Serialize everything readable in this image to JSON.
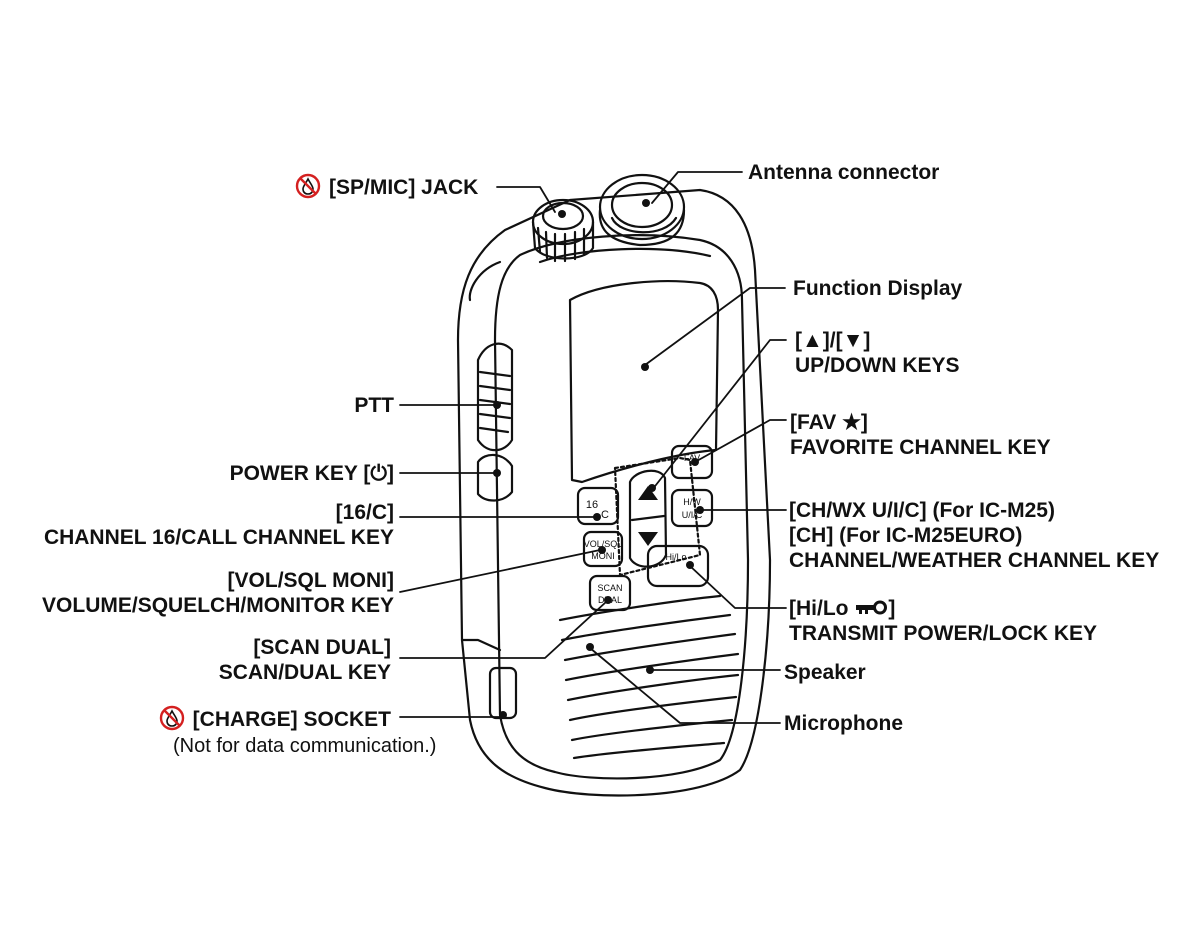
{
  "labels": {
    "sp_mic_jack": "[SP/MIC] JACK",
    "antenna": "Antenna connector",
    "function_display": "Function Display",
    "updown_line1": "[▲]/[▼]",
    "updown_line2": "UP/DOWN KEYS",
    "fav_line1": "[FAV ★]",
    "fav_line2": "FAVORITE CHANNEL KEY",
    "chwx_line1": "[CH/WX U/I/C] (For IC-M25)",
    "chwx_line2": "[CH] (For IC-M25EURO)",
    "chwx_line3": "CHANNEL/WEATHER CHANNEL KEY",
    "hilo_line1": "[Hi/Lo",
    "hilo_line1_end": "]",
    "hilo_line2": "TRANSMIT POWER/LOCK KEY",
    "speaker": "Speaker",
    "microphone": "Microphone",
    "ptt": "PTT",
    "power_key": "POWER KEY [⏻]",
    "ch16_line1": "[16/C]",
    "ch16_line2": "CHANNEL 16/CALL CHANNEL  KEY",
    "vol_line1": "[VOL/SQL MONI]",
    "vol_line2": "VOLUME/SQUELCH/MONITOR KEY",
    "scan_line1": "[SCAN DUAL]",
    "scan_line2": "SCAN/DUAL KEY",
    "charge_line1": "[CHARGE] SOCKET",
    "charge_note": "(Not for data communication.)"
  },
  "keys": {
    "fav_top": "FAV",
    "ch16_a": "16",
    "ch16_b": "C",
    "hwx_a": "H/W",
    "hwx_b": "U/I/C",
    "vol_a": "VOL/SQL",
    "vol_b": "MONI",
    "hilo": "Hi/Lo",
    "scan_a": "SCAN",
    "scan_b": "DUAL"
  },
  "icons": {
    "no_water": "no-water-drop-icon",
    "star": "star-icon",
    "key": "key-icon",
    "power": "power-icon"
  },
  "colors": {
    "warning_red": "#d42020",
    "ink": "#111111"
  }
}
